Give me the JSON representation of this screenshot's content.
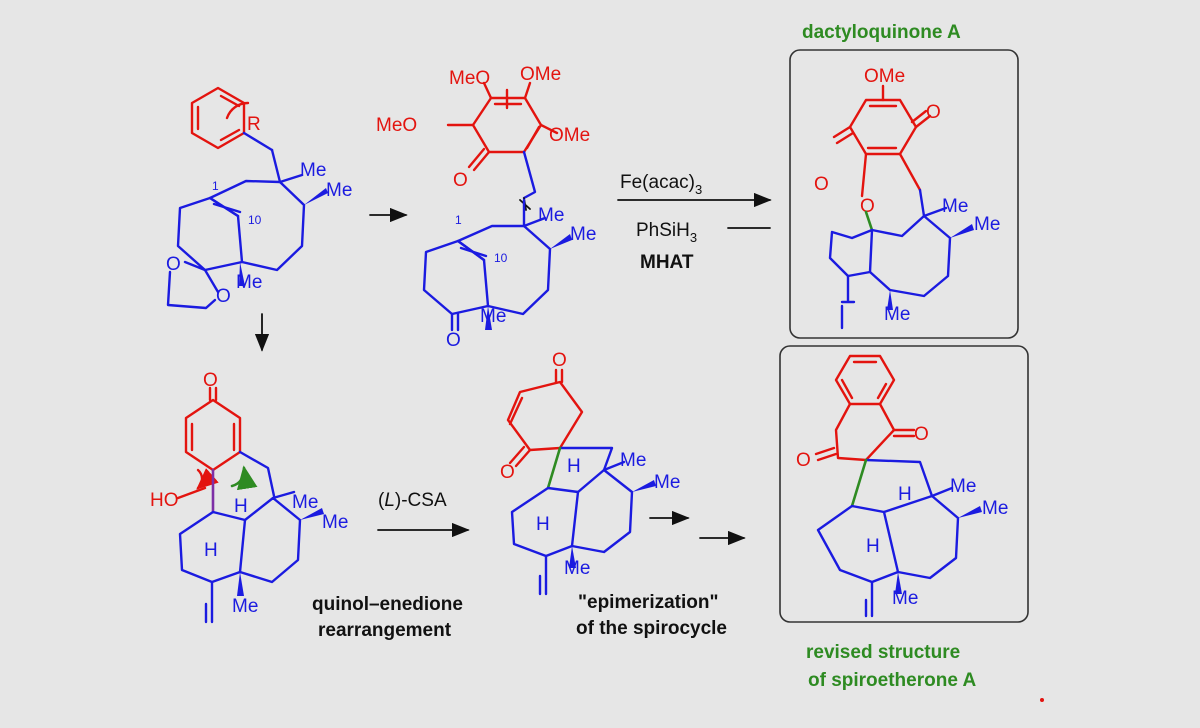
{
  "labels": {
    "R": "R",
    "Me": "Me",
    "O": "O",
    "H": "H",
    "HO": "HO",
    "OMe": "OMe",
    "MeO": "MeO",
    "n1": "1",
    "n10": "10"
  },
  "reagents": {
    "fe": "Fe(acac)",
    "fe_sub": "3",
    "silane": "PhSiH",
    "silane_sub": "3",
    "mhat": "MHAT",
    "csa_open": "(",
    "csa_l": "L",
    "csa_rest": ")-CSA"
  },
  "captions": {
    "quinol_1": "quinol–enedione",
    "quinol_2": "rearrangement",
    "epi_1": "\"epimerization\"",
    "epi_2": "of the spirocycle"
  },
  "compounds": {
    "dactyloquinone": "dactyloquinone A",
    "revised_1": "revised structure",
    "revised_2": "of spiroetherone A"
  },
  "colors": {
    "background": "#e6e6e6",
    "skeleton": "#1b1be0",
    "aryl": "#e3140f",
    "new_bond": "#2e8b22",
    "compound_names": "#2e8b22"
  }
}
